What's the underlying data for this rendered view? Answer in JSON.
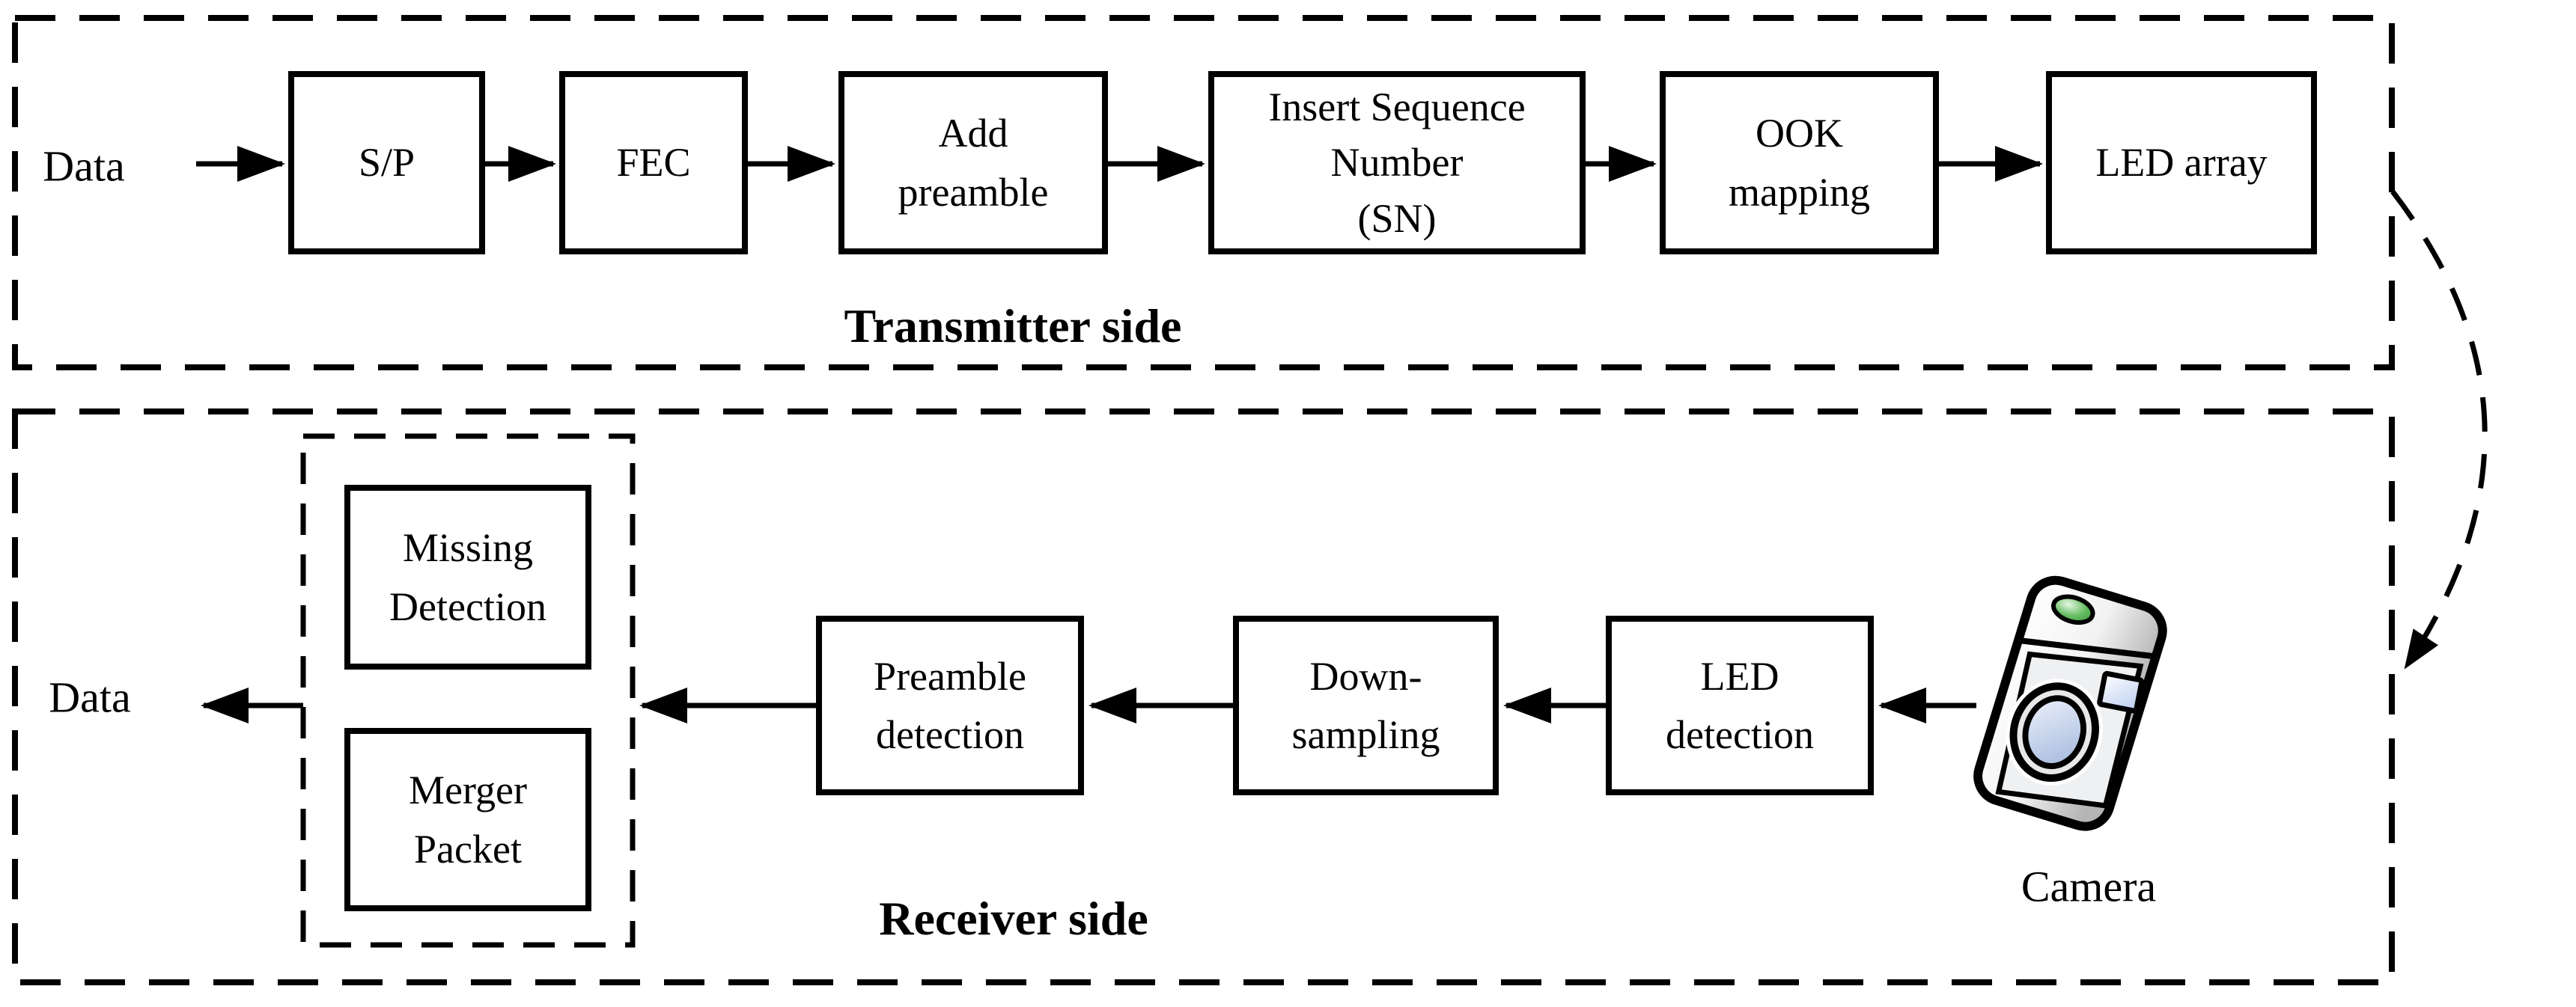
{
  "transmitter": {
    "section_label": "Transmitter side",
    "input_label": "Data",
    "blocks": [
      {
        "label": "S/P"
      },
      {
        "label": "FEC"
      },
      {
        "label": "Add\npreamble"
      },
      {
        "label": "Insert Sequence\nNumber\n(SN)"
      },
      {
        "label": "OOK\nmapping"
      },
      {
        "label": "LED array"
      }
    ]
  },
  "receiver": {
    "section_label": "Receiver side",
    "output_label": "Data",
    "camera_label": "Camera",
    "blocks": [
      {
        "label": "LED\ndetection"
      },
      {
        "label": "Down-\nsampling"
      },
      {
        "label": "Preamble\ndetection"
      }
    ],
    "packet_processing": {
      "blocks": [
        {
          "label": "Missing\nDetection"
        },
        {
          "label": "Merger\nPacket"
        }
      ]
    }
  },
  "colors": {
    "line": "#000000",
    "background": "#ffffff",
    "led_green": "#66bd63",
    "lens_blue": "#a9bcdf"
  }
}
